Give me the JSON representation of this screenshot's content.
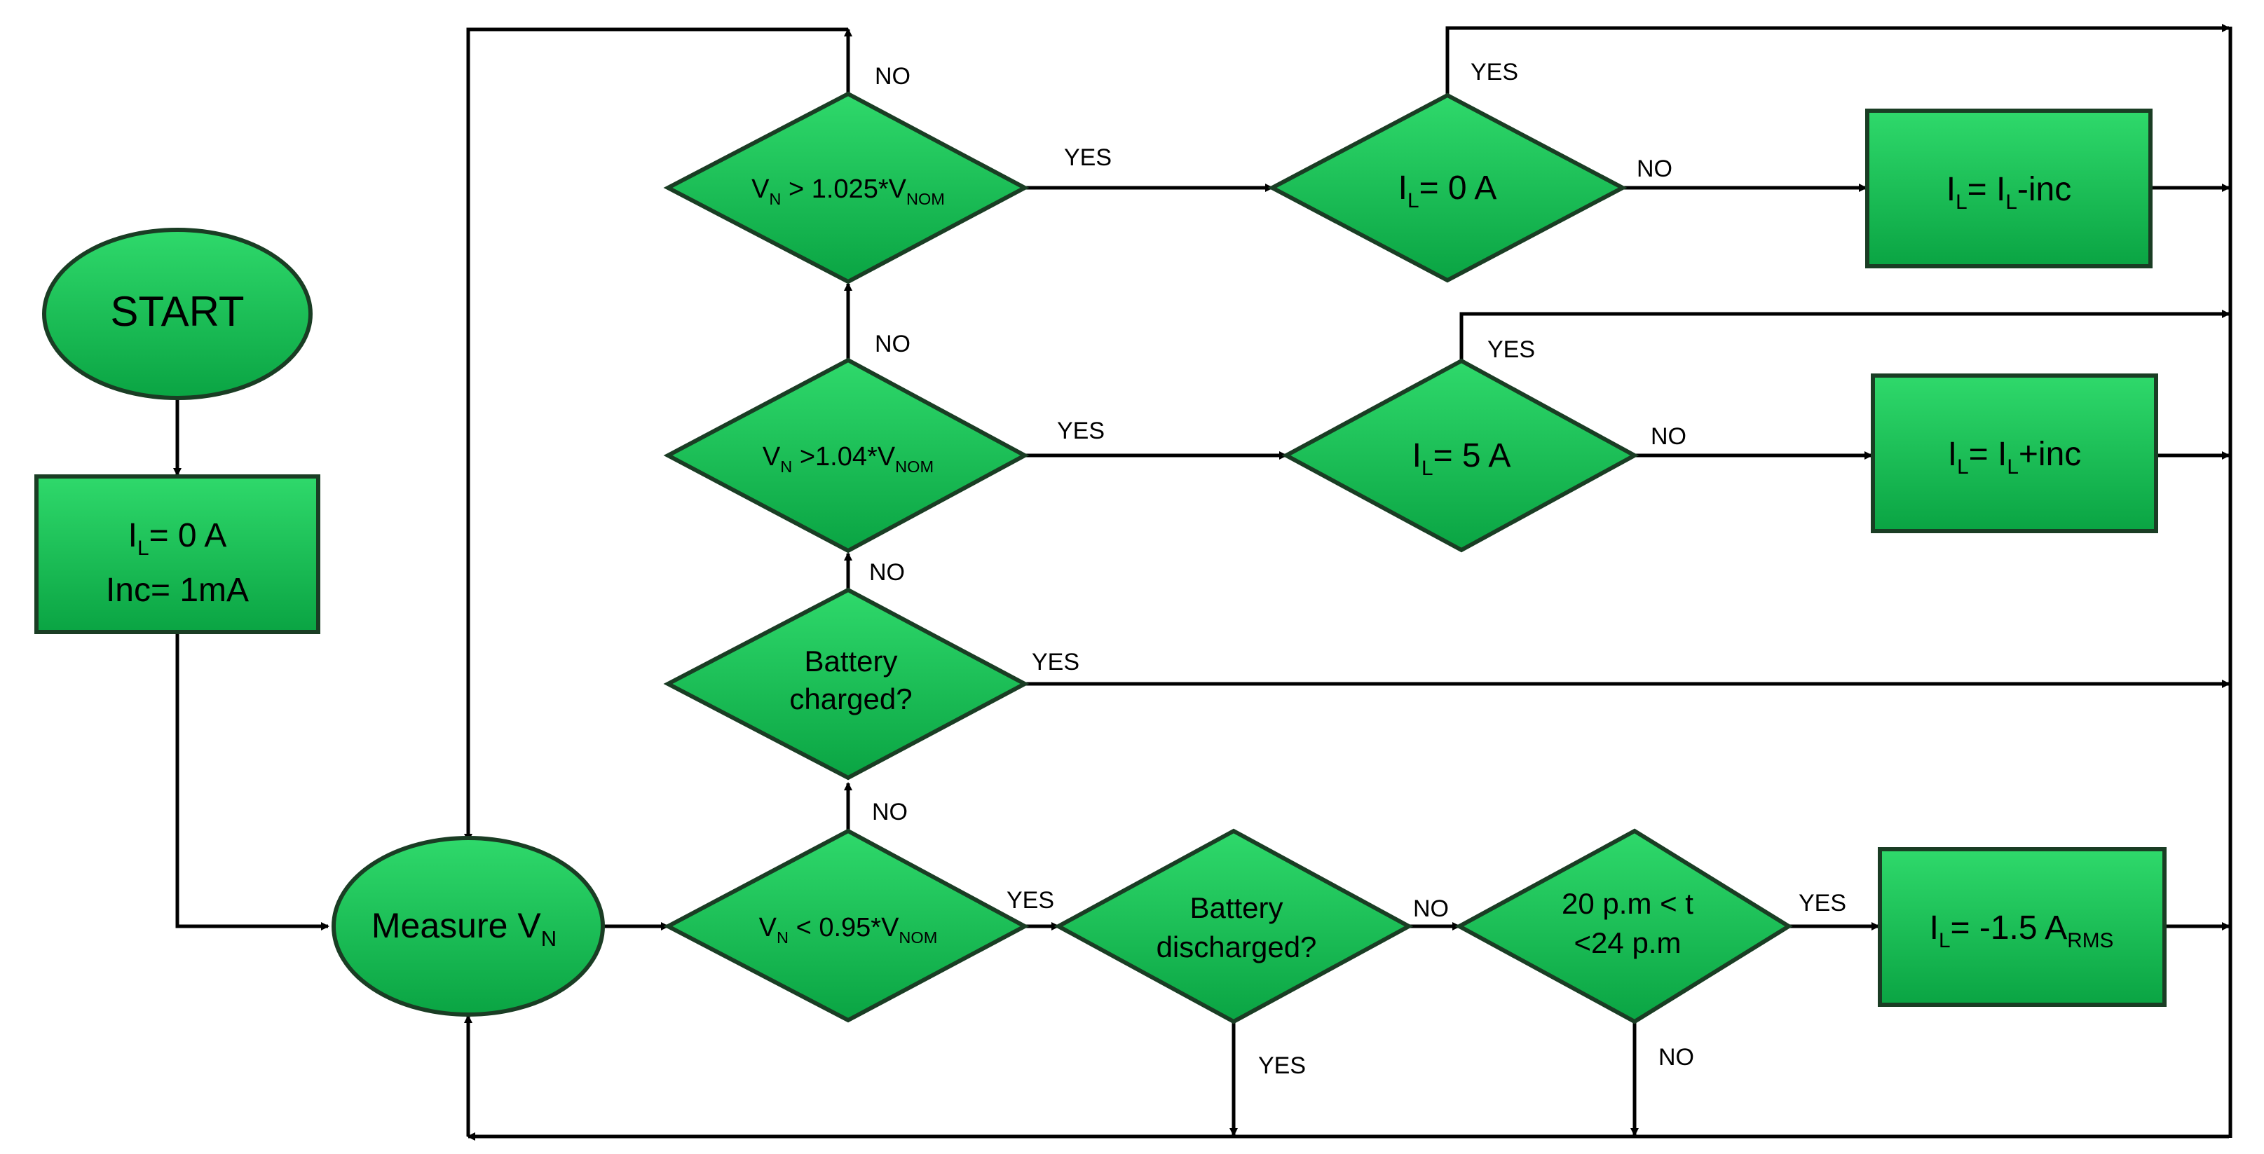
{
  "nodes": {
    "start": "START",
    "init": {
      "line1": {
        "main": "I",
        "sub": "L",
        "rest": "= 0 A"
      },
      "line2": "Inc= 1mA"
    },
    "measure": {
      "main": "Measure V",
      "sub": "N"
    },
    "d_low": {
      "a": "V",
      "asub": "N",
      "b": " < 0.95*V",
      "bsub": "NOM"
    },
    "d_charged": {
      "line1": "Battery",
      "line2": "charged?"
    },
    "d_104": {
      "a": "V",
      "asub": "N",
      "b": " >1.04*V",
      "bsub": "NOM"
    },
    "d_1025": {
      "a": "V",
      "asub": "N",
      "b": " > 1.025*V",
      "bsub": "NOM"
    },
    "d_il0": {
      "a": "I",
      "asub": "L",
      "b": "= 0 A"
    },
    "d_il5": {
      "a": "I",
      "asub": "L",
      "b": "= 5 A"
    },
    "p_dec": {
      "a": "I",
      "asub": "L",
      "b": "= I",
      "bsub": "L",
      "c": "-inc"
    },
    "p_inc": {
      "a": "I",
      "asub": "L",
      "b": "= I",
      "bsub": "L",
      "c": "+inc"
    },
    "d_discharged": {
      "line1": "Battery",
      "line2": "discharged?"
    },
    "d_time": {
      "line1": "20 p.m < t",
      "line2": "<24 p.m"
    },
    "p_rms": {
      "a": "I",
      "asub": "L",
      "b": "= -1.5 A",
      "bsub": "RMS"
    }
  },
  "edges": {
    "no": "NO",
    "yes": "YES"
  },
  "colors": {
    "fill": "#0db54a",
    "fill_light": "#2fd96b",
    "stroke": "#1a3d24",
    "line": "#000000"
  }
}
